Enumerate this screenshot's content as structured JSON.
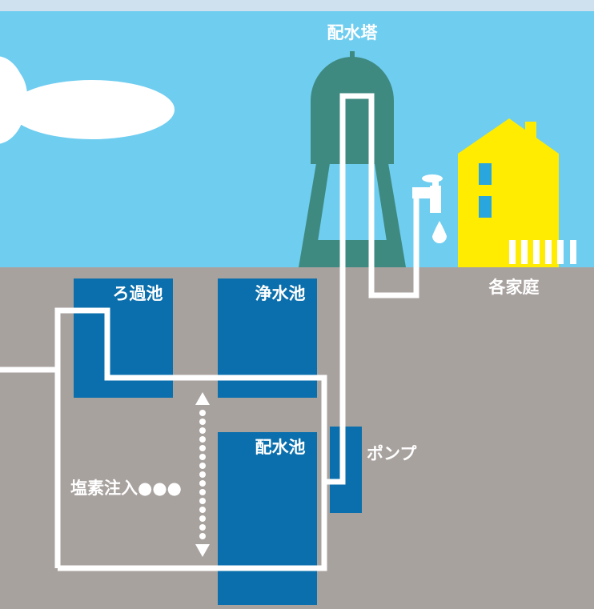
{
  "labels": {
    "tower": "配水塔",
    "filter_pond": "ろ過池",
    "clean_pond": "浄水池",
    "distribution_pond": "配水池",
    "pump": "ポンプ",
    "homes": "各家庭",
    "chlorine": "塩素注入●●●"
  },
  "colors": {
    "top_band": "#cfe0ee",
    "sky": "#6fcdf0",
    "ground": "#a8a29f",
    "cloud": "#ffffff",
    "tower": "#3f8a80",
    "house": "#ffec00",
    "house_window": "#2aa6df",
    "pond": "#0a6fac",
    "pipe": "#ffffff",
    "faucet": "#ffffff",
    "label_on_pond": "#ffffff",
    "label_on_ground": "#ffffff"
  },
  "icons": {
    "tower": "water-tower-icon",
    "house": "house-icon",
    "faucet": "faucet-icon",
    "drop": "water-drop-icon",
    "arrow": "double-arrow-icon"
  }
}
